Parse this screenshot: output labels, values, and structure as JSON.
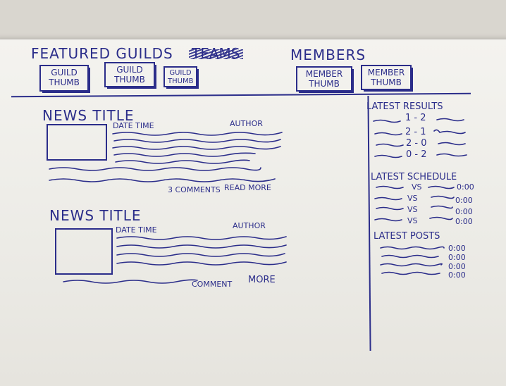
{
  "header": {
    "featured_guilds": "FEATURED GUILDS",
    "crossed_out": "TEAMS",
    "members": "MEMBERS",
    "guild_thumbs": [
      {
        "line1": "GUILD",
        "line2": "THUMB"
      },
      {
        "line1": "GUILD",
        "line2": "THUMB"
      },
      {
        "line1": "GUILD",
        "line2": "THUMB"
      }
    ],
    "member_thumbs": [
      {
        "line1": "MEMBER",
        "line2": "THUMB"
      },
      {
        "line1": "MEMBER",
        "line2": "THUMB"
      }
    ]
  },
  "news": [
    {
      "title": "NEWS TITLE",
      "date": "DATE TIME",
      "author": "AUTHOR",
      "comments": "3 COMMENTS",
      "more": "READ MORE"
    },
    {
      "title": "NEWS TITLE",
      "date": "DATE TIME",
      "author": "AUTHOR",
      "comments": "COMMENT",
      "more": "MORE"
    }
  ],
  "sidebar": {
    "results_title": "LATEST RESULTS",
    "results": [
      "1 - 2",
      "2 - 1",
      "2 - 0",
      "0 - 2"
    ],
    "schedule_title": "LATEST SCHEDULE",
    "schedule": [
      {
        "vs": "VS",
        "time": "0:00"
      },
      {
        "vs": "VS",
        "time": "0:00"
      },
      {
        "vs": "VS",
        "time": "0:00"
      },
      {
        "vs": "VS",
        "time": "0:00"
      }
    ],
    "posts_title": "LATEST POSTS",
    "posts": [
      "0:00",
      "0:00",
      "0:00",
      "0:00"
    ]
  },
  "colors": {
    "ink": "#2b2d8a",
    "paper": "#f4f3ef"
  }
}
